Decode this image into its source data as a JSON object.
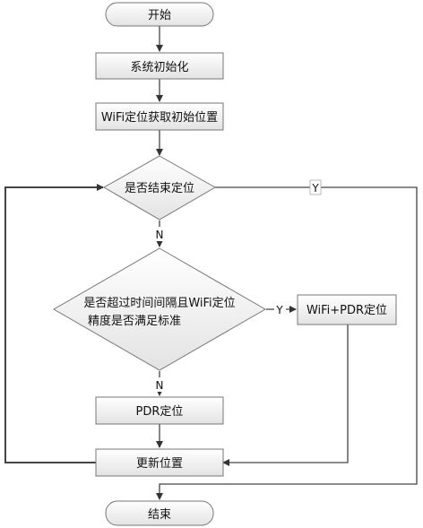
{
  "nodes": {
    "start": "开始",
    "init": "系统初始化",
    "wifi_init": "WiFi定位获取初始位置",
    "end_check": "是否结束定位",
    "cond_line1": "是否超过时间间隔且WiFi定位",
    "cond_line2": "精度是否满足标准",
    "wifi_pdr": "WiFi+PDR定位",
    "pdr": "PDR定位",
    "update": "更新位置",
    "end": "结束"
  },
  "labels": {
    "yes_end": "Y",
    "no_end": "N",
    "yes_cond": "Y",
    "no_cond": "N"
  }
}
